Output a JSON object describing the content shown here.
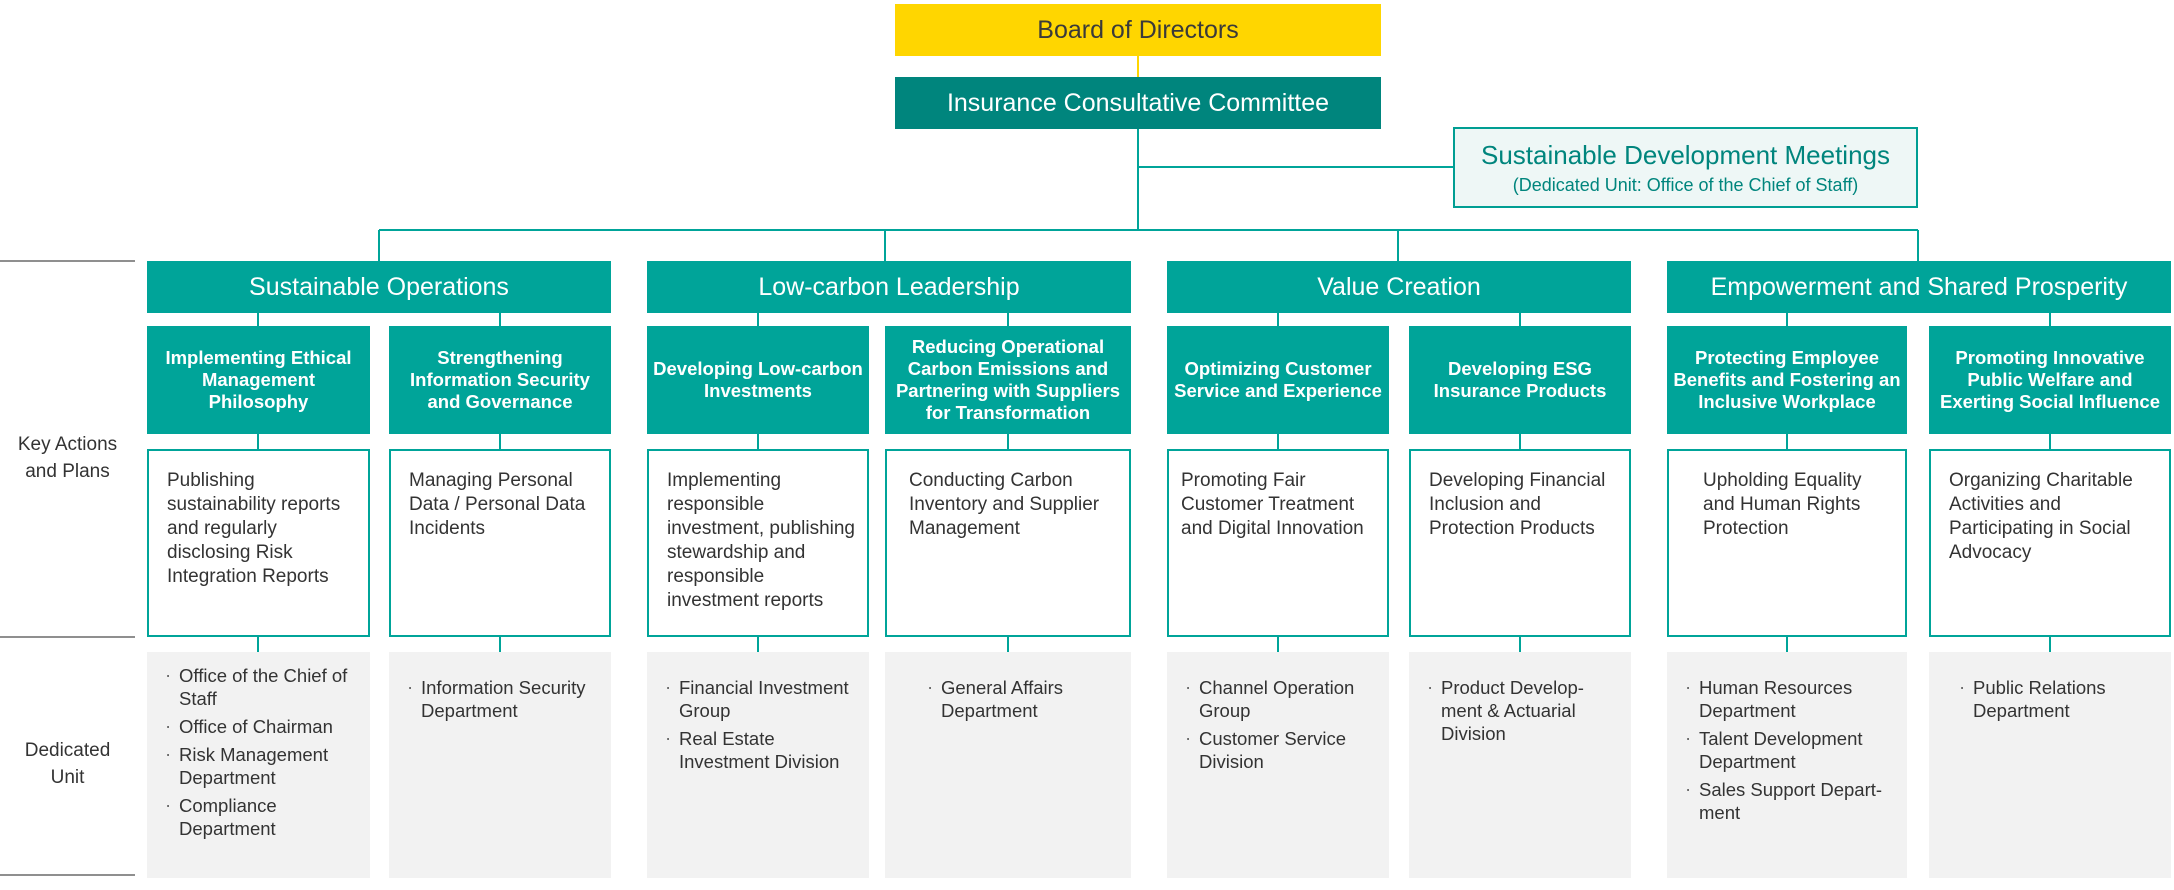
{
  "board": "Board of Directors",
  "committee": "Insurance Consultative Committee",
  "sdm": {
    "title": "Sustainable Development Meetings",
    "subtitle": "(Dedicated Unit: Office of the Chief of Staff)"
  },
  "side_labels": {
    "key_actions": "Key Actions and Plans",
    "dedicated_unit": "Dedicated Unit"
  },
  "pillars": [
    {
      "name": "Sustainable Operations",
      "columns": [
        {
          "action": "Implementing Ethical Management Philosophy",
          "plan": "Publishing sustainability reports and regularly disclosing Risk Integration Reports",
          "units": [
            "Office of the Chief of Staff",
            "Office of Chairman",
            "Risk Management Department",
            "Compliance Department"
          ]
        },
        {
          "action": "Strengthening Information Security and Governance",
          "plan": "Managing Personal Data / Personal Data Incidents",
          "units": [
            "Information Security Department"
          ]
        }
      ]
    },
    {
      "name": "Low-carbon Leadership",
      "columns": [
        {
          "action": "Developing Low-carbon Investments",
          "plan": "Implementing responsible investment, publishing stewardship and responsible investment reports",
          "units": [
            "Financial Investment Group",
            "Real Estate Investment Division"
          ]
        },
        {
          "action": "Reducing Operational Carbon Emissions and Partnering with Suppliers for Transformation",
          "plan": "Conducting Carbon Inventory and Supplier Management",
          "units": [
            "General Affairs Department"
          ]
        }
      ]
    },
    {
      "name": "Value Creation",
      "columns": [
        {
          "action": "Optimizing Customer Service and Experience",
          "plan": "Promoting Fair Customer Treatment and Digital Innovation",
          "units": [
            "Channel Operation Group",
            "Customer Service Division"
          ]
        },
        {
          "action": "Developing ESG Insurance Products",
          "plan": "Developing Financial Inclusion and Protection Products",
          "units": [
            "Product Develop-ment & Actuarial Division"
          ]
        }
      ]
    },
    {
      "name": "Empowerment and Shared Prosperity",
      "columns": [
        {
          "action": "Protecting Employee Benefits and Fostering an Inclusive Workplace",
          "plan": "Upholding Equality and Human Rights Protection",
          "units": [
            "Human Resources Department",
            "Talent Development Department",
            "Sales Support Depart-ment"
          ]
        },
        {
          "action": "Promoting Innovative Public Welfare and Exerting Social Influence",
          "plan": "Organizing Charitable Activities and Participating in Social Advocacy",
          "units": [
            "Public Relations Department"
          ]
        }
      ]
    }
  ]
}
